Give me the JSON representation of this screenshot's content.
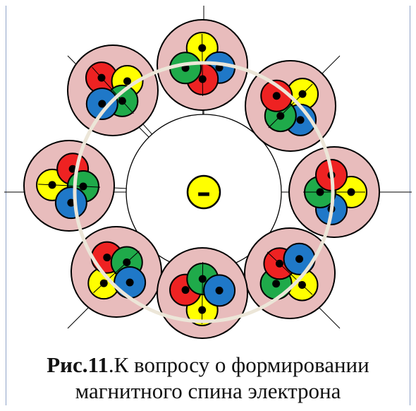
{
  "figure": {
    "center_symbol": "–",
    "caption_label": "Рис.11",
    "caption_line1": ".К вопросу о формировании",
    "caption_line2": "магнитного спина электрона"
  },
  "colors": {
    "pink": "#e8bcbc",
    "red": "#ee2222",
    "blue": "#1f78c8",
    "green": "#1faa4a",
    "yellow": "#ffff00",
    "ring": "#ece6d8",
    "line": "#000000"
  }
}
